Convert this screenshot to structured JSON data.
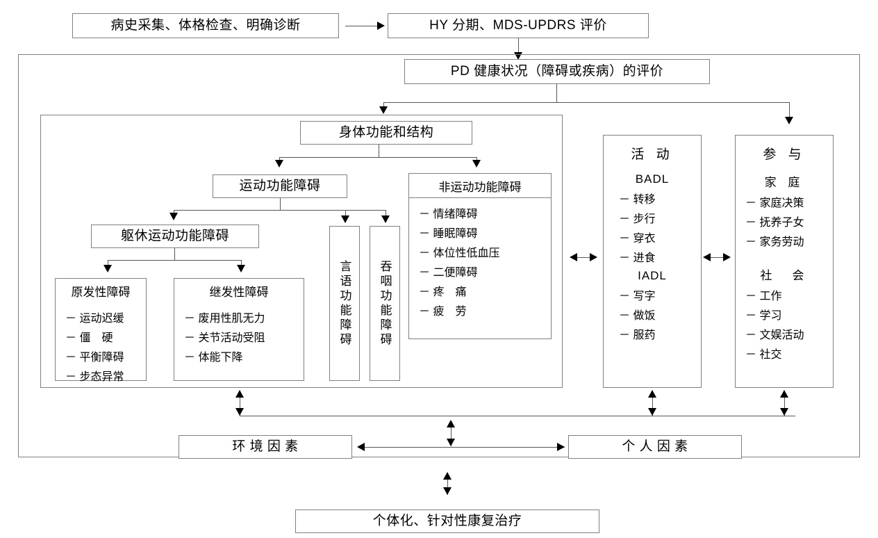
{
  "diagram": {
    "title_flow": {
      "step1": "病史采集、体格检查、明确诊断",
      "step2": "HY 分期、MDS-UPDRS 评价",
      "step3": "PD 健康状况（障碍或疾病）的评价"
    },
    "body_function": {
      "header": "身体功能和结构",
      "motor": {
        "header": "运动功能障碍",
        "trunk": {
          "header": "躯休运动功能障碍",
          "primary": {
            "title": "原发性障碍",
            "items": [
              "－ 运动迟缓",
              "－ 僵　硬",
              "－ 平衡障碍",
              "－ 步态异常"
            ]
          },
          "secondary": {
            "title": "继发性障碍",
            "items": [
              "－ 废用性肌无力",
              "－ 关节活动受阻",
              "－ 体能下降"
            ]
          }
        },
        "speech": "言语功能障碍",
        "swallow": "吞咽功能障碍"
      },
      "nonmotor": {
        "title": "非运动功能障碍",
        "items": [
          "－ 情绪障碍",
          "－ 睡眠障碍",
          "－ 体位性低血压",
          "－ 二便障碍",
          "－ 疼　痛",
          "－ 疲　劳"
        ]
      }
    },
    "activity": {
      "title": "活 动",
      "group1_label": "BADL",
      "group1_items": [
        "－ 转移",
        "－ 步行",
        "－ 穿衣",
        "－ 进食"
      ],
      "group2_label": "IADL",
      "group2_items": [
        "－ 写字",
        "－ 做饭",
        "－ 服药"
      ]
    },
    "participation": {
      "title": "参 与",
      "group1_label": "家 庭",
      "group1_items": [
        "－ 家庭决策",
        "－ 抚养子女",
        "－ 家务劳动"
      ],
      "group2_label": "社　会",
      "group2_items": [
        "－ 工作",
        "－ 学习",
        "－ 文娱活动",
        "－ 社交"
      ]
    },
    "factors": {
      "environment": "环 境 因 素",
      "personal": "个 人 因 素"
    },
    "treatment": "个体化、针对性康复治疗",
    "colors": {
      "line": "#555555",
      "border": "#808080",
      "arrow": "#000000",
      "background": "#ffffff"
    }
  }
}
